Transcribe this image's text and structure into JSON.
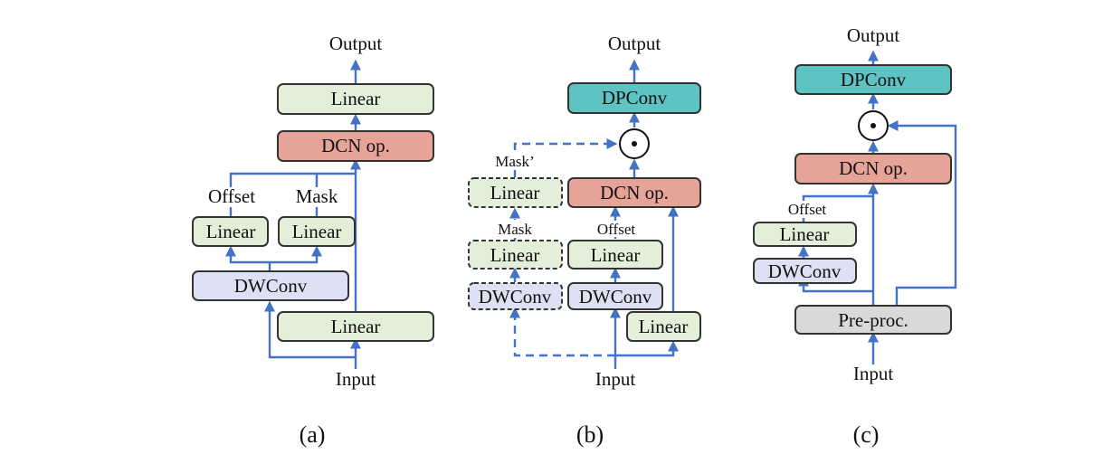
{
  "a": {
    "output": "Output",
    "linear_top": "Linear",
    "dcn": "DCN op.",
    "offset": "Offset",
    "mask": "Mask",
    "linear_left": "Linear",
    "linear_right": "Linear",
    "dwconv": "DWConv",
    "linear_bottom": "Linear",
    "input": "Input",
    "caption": "(a)"
  },
  "b": {
    "output": "Output",
    "dpconv": "DPConv",
    "mask_prime": "Mask’",
    "linear_dashed_top": "Linear",
    "dcn": "DCN op.",
    "mask": "Mask",
    "offset": "Offset",
    "linear_dashed_mid": "Linear",
    "linear_mid": "Linear",
    "dwconv_dashed": "DWConv",
    "dwconv": "DWConv",
    "linear_bottom": "Linear",
    "input": "Input",
    "caption": "(b)"
  },
  "c": {
    "output": "Output",
    "dpconv": "DPConv",
    "dcn": "DCN op.",
    "offset": "Offset",
    "linear": "Linear",
    "dwconv": "DWConv",
    "preproc": "Pre-proc.",
    "input": "Input",
    "caption": "(c)"
  },
  "colors": {
    "arrow": "#4472c4",
    "linear": "#e3efd9",
    "dcn": "#e6a397",
    "dwconv": "#dde1f3",
    "dpconv": "#5ec3c3",
    "preproc": "#d9d9d9"
  }
}
